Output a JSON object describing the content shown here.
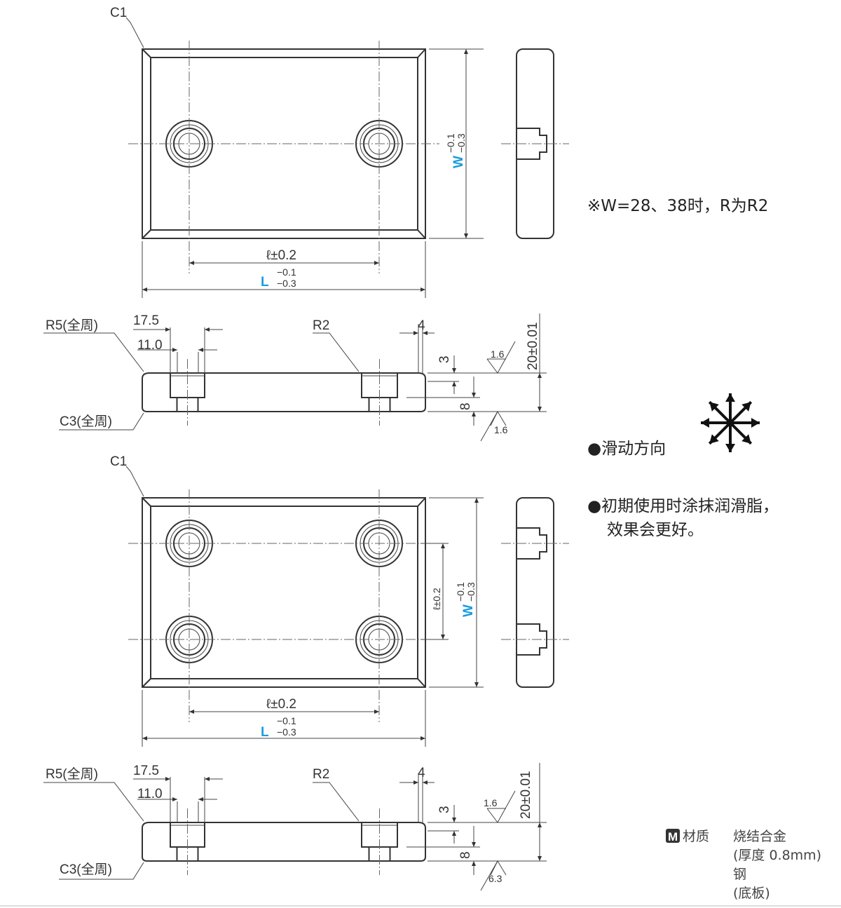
{
  "top_view": {
    "chamfer": "C1",
    "l_dim": "ℓ±0.2",
    "L_letter": "L",
    "W_letter": "W",
    "tol_upper": "−0.1",
    "tol_lower": "−0.3"
  },
  "side_view": {
    "r5": "R5(全周)",
    "c3": "C3(全周)",
    "d17_5": "17.5",
    "d11_0": "11.0",
    "r2": "R2",
    "d4": "4",
    "d3": "3",
    "d8": "8",
    "d20": "20±0.01",
    "rough_top": "1.6",
    "rough_bottom_1": "1.6",
    "rough_bottom_2": "6.3"
  },
  "notes": {
    "w_note": "※W=28、38时，R为R2",
    "sliding": "●滑动方向",
    "grease_1": "●初期使用时涂抹润滑脂，",
    "grease_2": "效果会更好。"
  },
  "material": {
    "badge": "M",
    "label": "材质",
    "line1": "烧结合金",
    "line2": "(厚度  0.8mm)",
    "line3": "钢",
    "line4": "(底板)"
  },
  "icons": {
    "sliding_direction": "multi-direction-arrows-icon"
  }
}
